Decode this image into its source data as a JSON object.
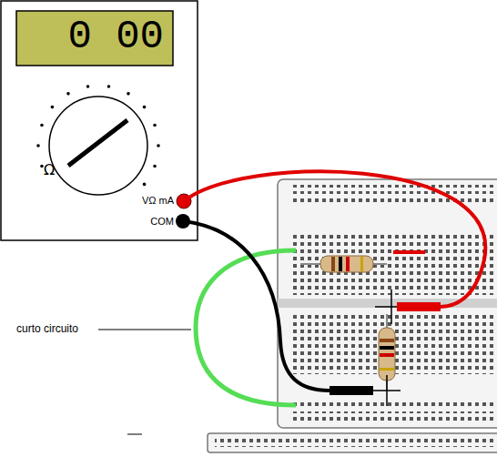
{
  "diagram": {
    "labels": [
      "0 00",
      "Ω",
      "VΩ mA",
      "COM",
      "curto circuito"
    ]
  }
}
